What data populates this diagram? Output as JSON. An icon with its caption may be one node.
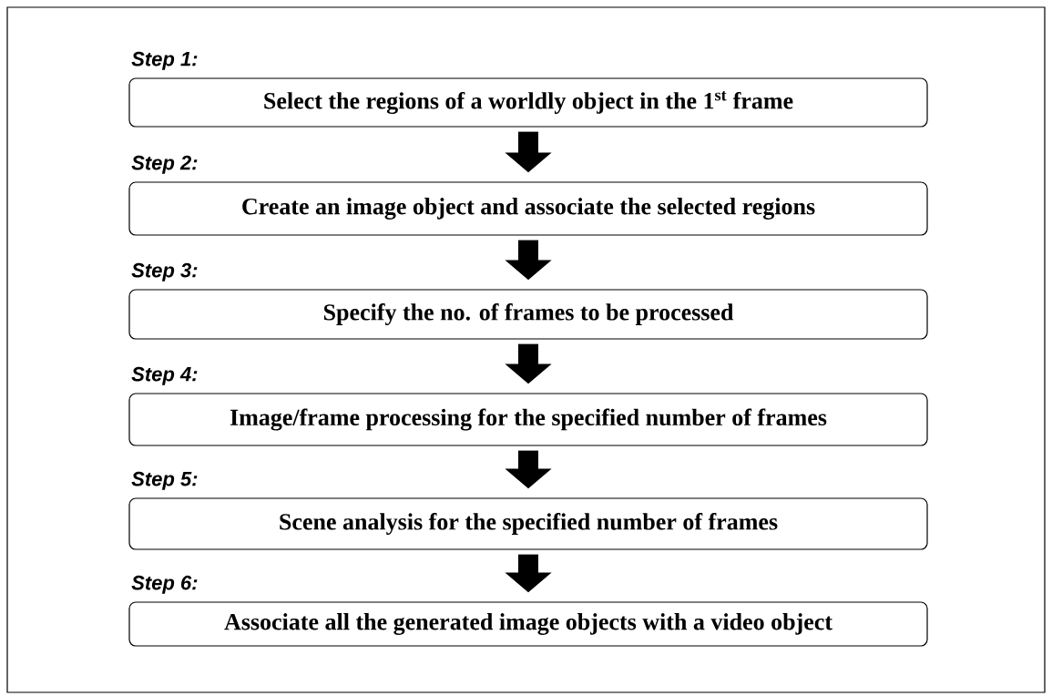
{
  "diagram": {
    "nodes": [
      {
        "text": [
          "Step 1:",
          "Select the regions of a worldly object in the 1$^{st}$ frame"
        ]
      },
      {
        "text": [
          "Step 2:",
          "Create an image object and associate the selected regions"
        ]
      },
      {
        "text": [
          "Step 3:",
          "Specify the no. of frames to be processed"
        ]
      },
      {
        "text": [
          "Step 4:",
          "Image/frame processing for the specified number of frames"
        ]
      },
      {
        "text": [
          "Step 5:",
          "Scene analysis for the specified number of frames"
        ]
      },
      {
        "text": [
          "Step 6:",
          "Associate all the generated image objects with a video object"
        ]
      }
    ],
    "edges": [
      {
        "from": 0,
        "to": 1,
        "arrow": "to"
      },
      {
        "from": 1,
        "to": 2,
        "arrow": "to"
      },
      {
        "from": 2,
        "to": 3,
        "arrow": "to"
      },
      {
        "from": 3,
        "to": 4,
        "arrow": "to"
      },
      {
        "from": 4,
        "to": 5,
        "arrow": "to"
      }
    ]
  }
}
